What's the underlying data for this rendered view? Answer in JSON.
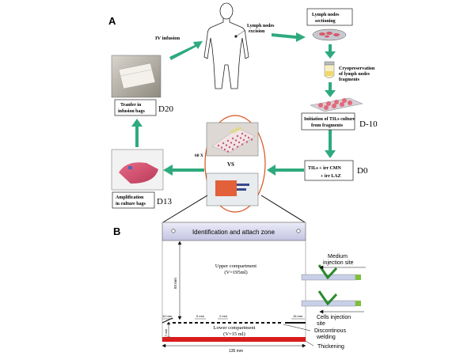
{
  "panels": {
    "a_label": "A",
    "b_label": "B"
  },
  "panel_a": {
    "iv_infusion": "IV infusion",
    "lymph_excision_line1": "Lymph nodes",
    "lymph_excision_line2": "excision",
    "sectioning_line1": "Lymph nodes",
    "sectioning_line2": "sectioning",
    "cryo_line1": "Cryopreservation",
    "cryo_line2": "of lymph nodes",
    "cryo_line3": "fragments",
    "init_line1": "Initiation of TILs culture",
    "init_line2": "from fragments",
    "day_d_minus10": "D-10",
    "tils_line1": "TILs + irr CMN",
    "tils_line2": "+ irr LAZ",
    "day_d0": "D0",
    "vs": "VS",
    "sixty_x": "60 X",
    "amp_line1": "Amplification",
    "amp_line2": "in culture bags",
    "day_d13": "D13",
    "transfer_line1": "Tranfer in",
    "transfer_line2": "infusion bags",
    "day_d20": "D20"
  },
  "panel_b": {
    "attach_zone": "Identification and attach zone",
    "upper_line1": "Upper compartment",
    "upper_line2": "(V=195ml)",
    "lower_line1": "Lower compartment",
    "lower_line2": "(V=15 ml)",
    "medium_line1": "Medium",
    "medium_line2": "injection site",
    "cells_line1": "Cells injection",
    "cells_line2": "site",
    "discontinuous_line1": "Discontinous",
    "discontinuous_line2": "welding",
    "thickening": "Thickening",
    "dim_83": "83 mm",
    "dim_17": "17 mm",
    "dim_10": "10 mm",
    "dim_5": "5 mm",
    "dim_2": "2 mm",
    "dim_15": "15 mm",
    "dim_135": "135 mm"
  },
  "colors": {
    "arrow": "#2eaa7e",
    "oval": "#d9541e",
    "thickening": "#d81c1c",
    "attach_zone_top": "#e8e8f6",
    "attach_zone_bottom": "#c8c8e6",
    "port_tube": "#c8cfe8",
    "port_green": "#2a8a2a",
    "port_tip": "#7fbf3f"
  }
}
